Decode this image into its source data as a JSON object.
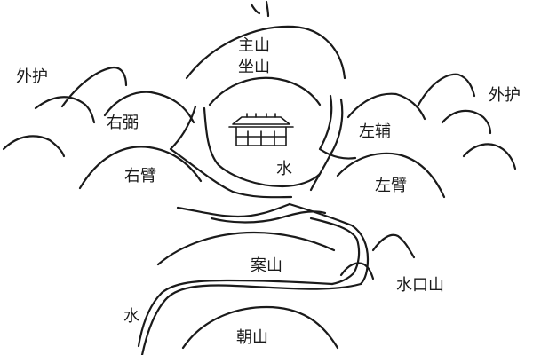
{
  "labels": {
    "main_mountain": "主山",
    "sitting_mountain": "坐山",
    "outer_guard_left": "外护",
    "outer_guard_right": "外护",
    "right_support": "右弼",
    "left_support": "左辅",
    "right_arm": "右臂",
    "left_arm": "左臂",
    "water_upper": "水",
    "table_mountain": "案山",
    "water_mouth_mountain": "水口山",
    "water_lower": "水",
    "facing_mountain": "朝山"
  },
  "colors": {
    "ink": "#1a1a1a",
    "background": "#ffffff"
  }
}
